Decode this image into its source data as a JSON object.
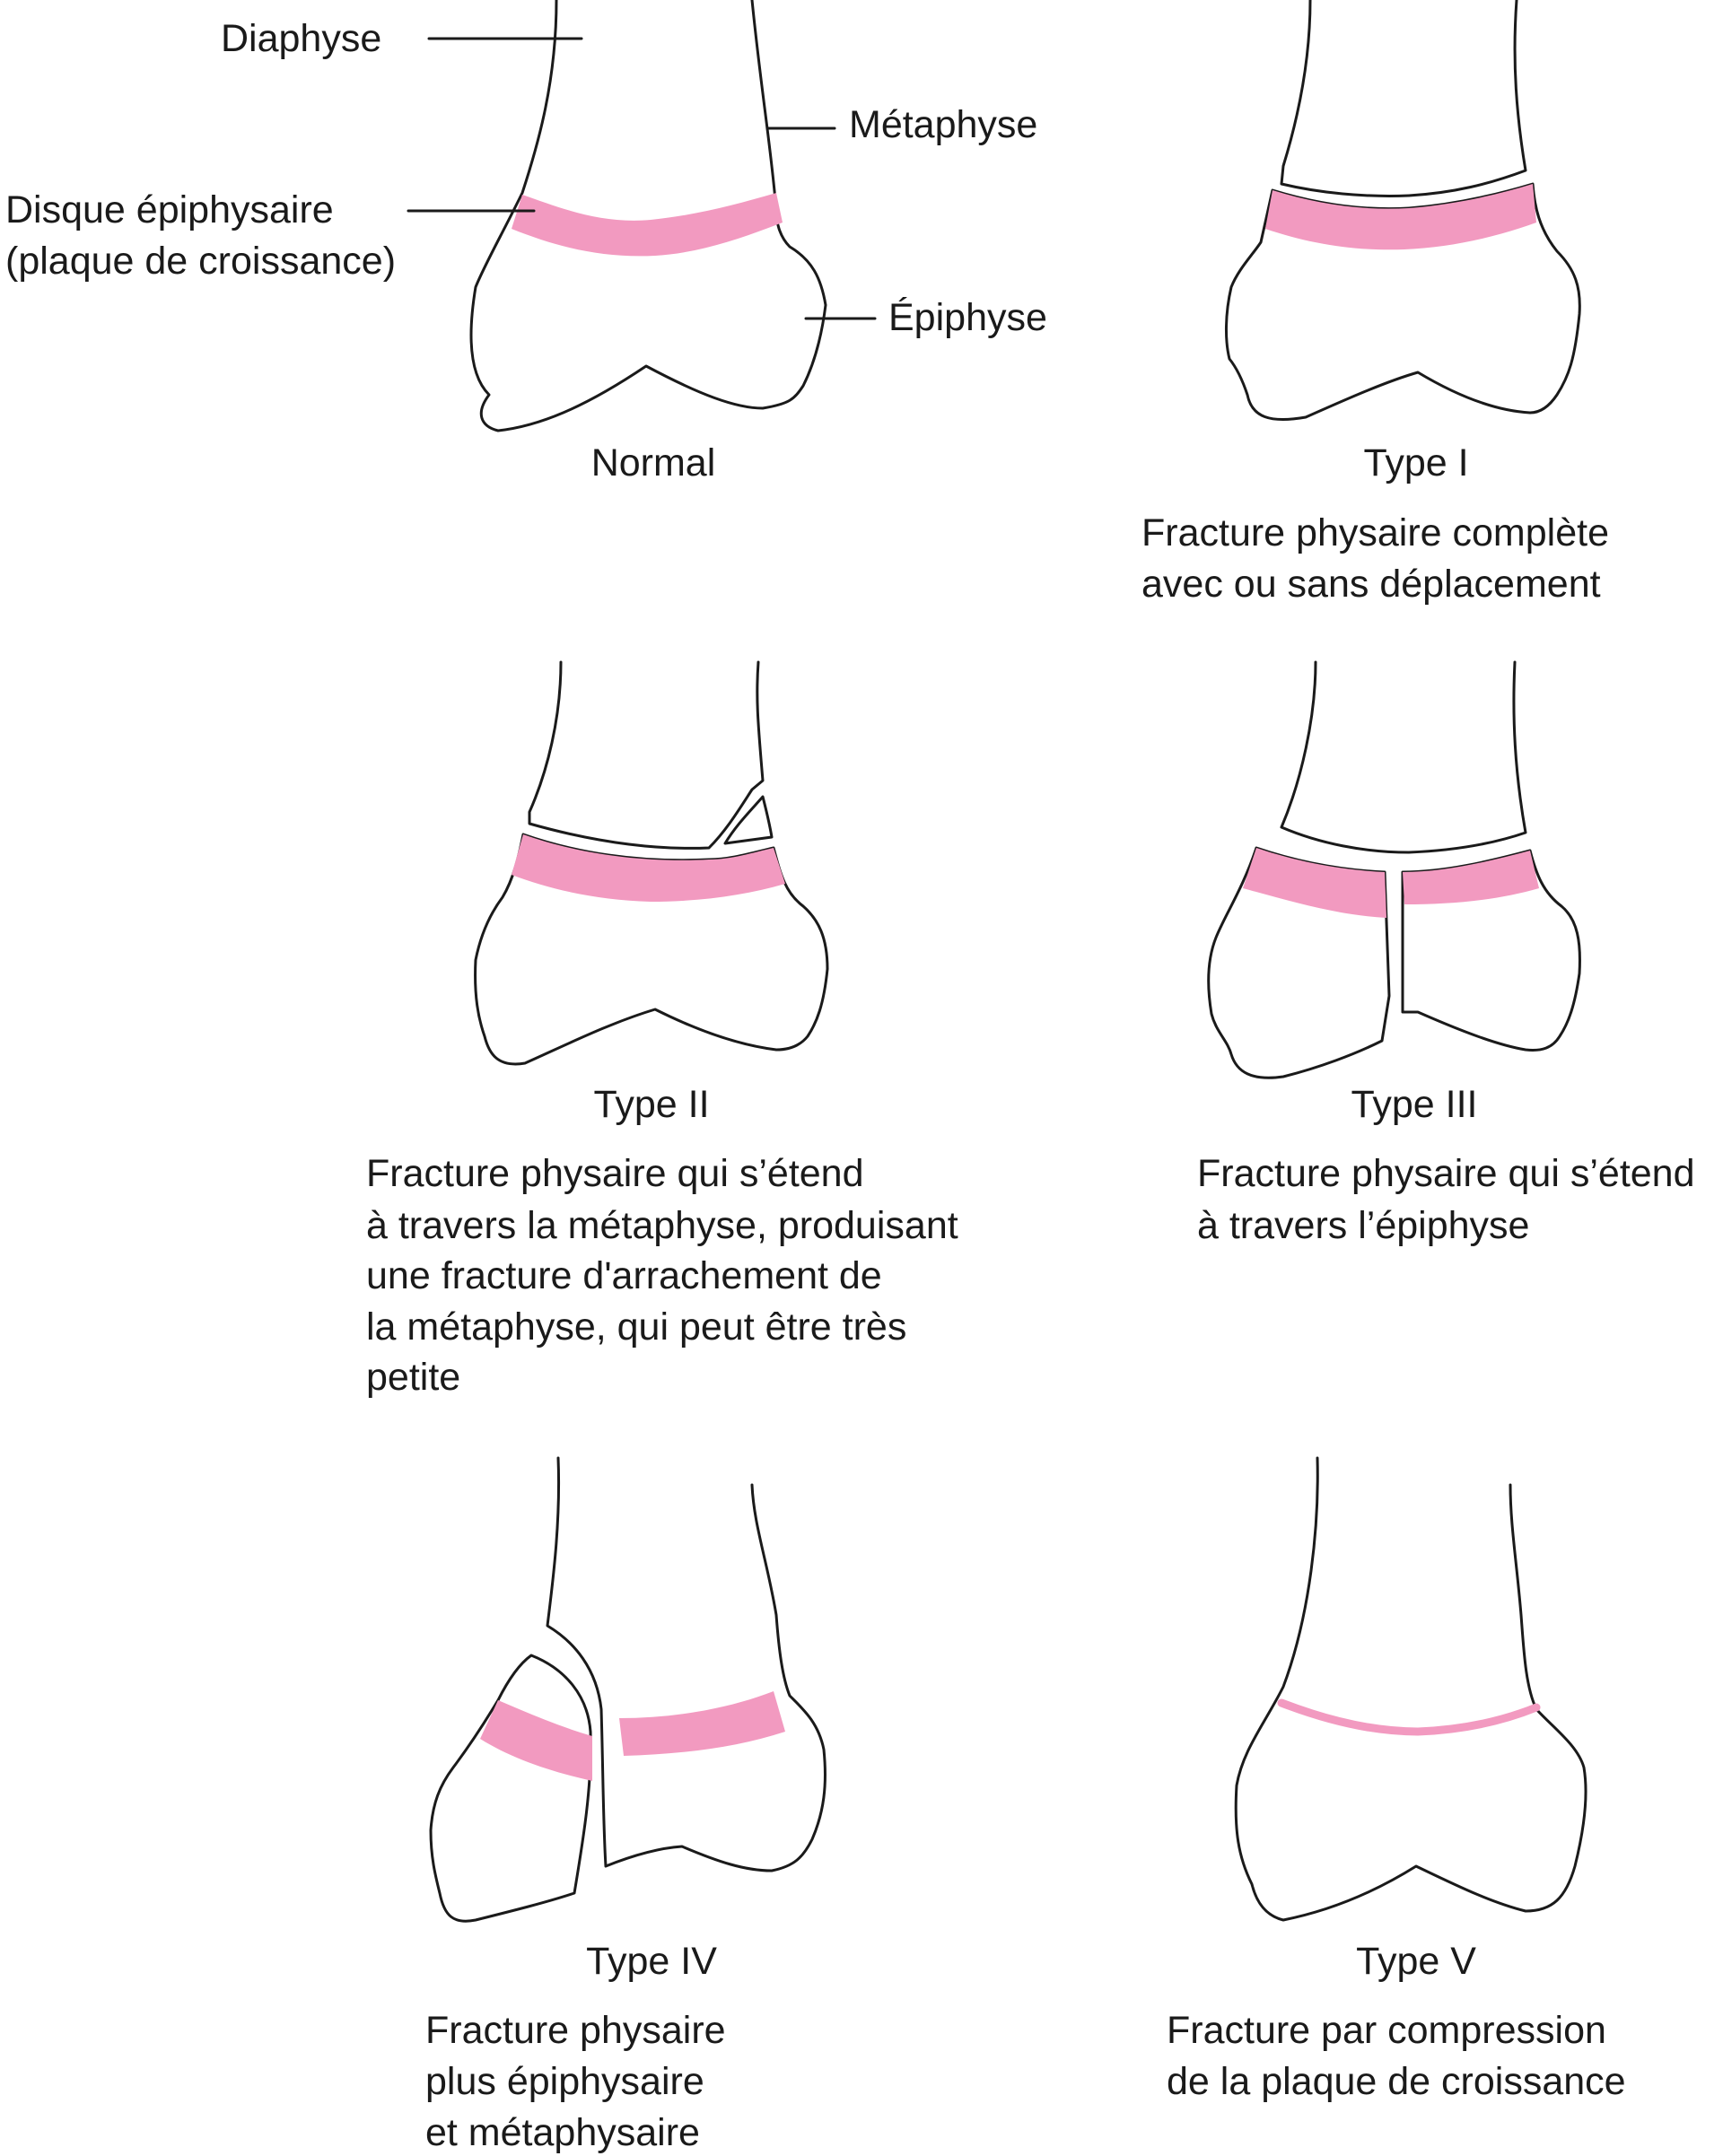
{
  "colors": {
    "growth_plate": "#f29ac0",
    "outline": "#1a1a1a",
    "background": "#ffffff"
  },
  "labels": {
    "diaphyse": "Diaphyse",
    "metaphyse": "Métaphyse",
    "disque_line1": "Disque épiphysaire",
    "disque_line2": "(plaque de croissance)",
    "epiphyse": "Épiphyse"
  },
  "panels": {
    "normal": {
      "title": "Normal",
      "desc": []
    },
    "type1": {
      "title": "Type I",
      "desc": [
        "Fracture physaire complète",
        "avec ou sans déplacement"
      ]
    },
    "type2": {
      "title": "Type II",
      "desc": [
        "Fracture physaire qui s’étend",
        "à travers la métaphyse, produisant",
        "une fracture d'arrachement de",
        "la métaphyse, qui peut être très",
        "petite"
      ]
    },
    "type3": {
      "title": "Type III",
      "desc": [
        "Fracture physaire qui s’étend",
        "à travers l’épiphyse"
      ]
    },
    "type4": {
      "title": "Type IV",
      "desc": [
        "Fracture physaire",
        "plus épiphysaire",
        "et métaphysaire"
      ]
    },
    "type5": {
      "title": "Type V",
      "desc": [
        "Fracture par compression",
        "de la plaque de croissance"
      ]
    }
  }
}
